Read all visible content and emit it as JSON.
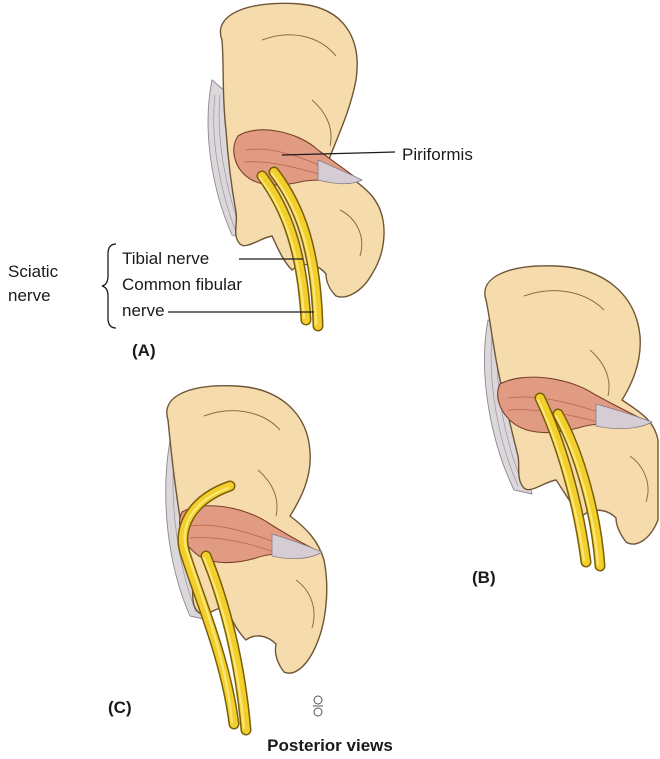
{
  "labels": {
    "piriformis": "Piriformis",
    "sciatic_nerve_line1": "Sciatic",
    "sciatic_nerve_line2": "nerve",
    "tibial_nerve": "Tibial nerve",
    "common_fibular_line1": "Common fibular",
    "common_fibular_line2": "nerve",
    "panel_a": "(A)",
    "panel_b": "(B)",
    "panel_c": "(C)",
    "caption": "Posterior views"
  },
  "colors": {
    "bone": "#f6dcac",
    "muscle": "#e29b83",
    "nerve": "#f2cf2a",
    "ligament": "#dcd7da"
  }
}
